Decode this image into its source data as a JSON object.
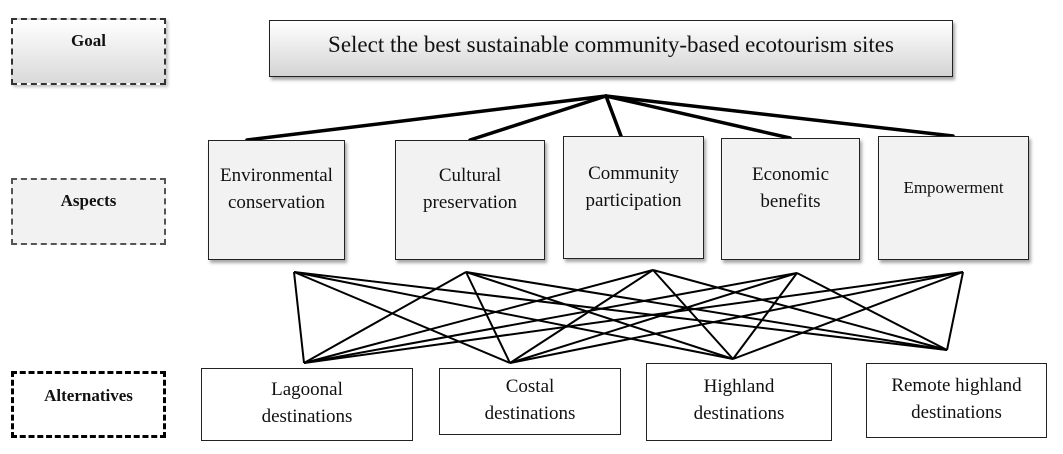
{
  "levels": {
    "goal": "Goal",
    "aspects": "Aspects",
    "alternatives": "Alternatives"
  },
  "goal": "Select the best sustainable community-based ecotourism sites",
  "aspects": [
    "Environmental\nconservation",
    "Cultural\npreservation",
    "Community\nparticipation",
    "Economic\nbenefits",
    "Empowerment"
  ],
  "alternatives": [
    "Lagoonal\ndestinations",
    "Costal\ndestinations",
    "Highland\ndestinations",
    "Remote highland\ndestinations"
  ]
}
